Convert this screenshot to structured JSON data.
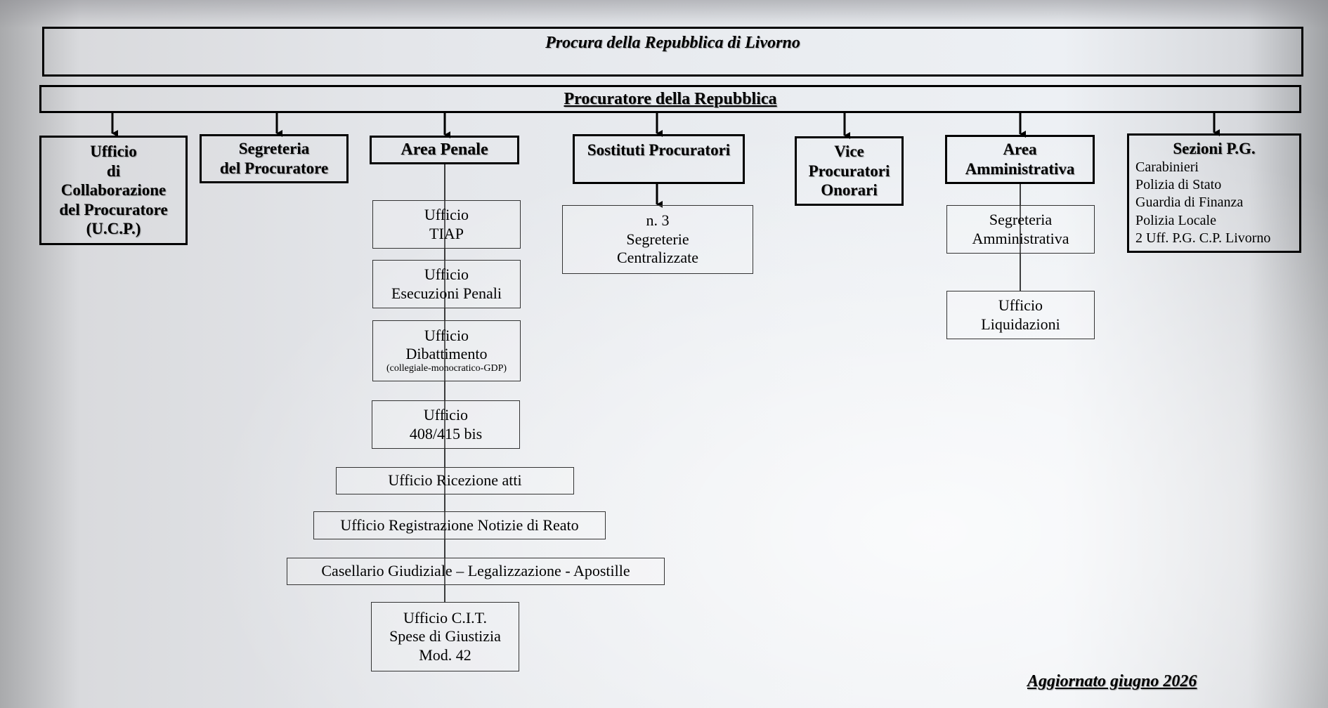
{
  "header": {
    "title": "Procura della Repubblica di Livorno"
  },
  "head_office": {
    "label": "Procuratore della Repubblica"
  },
  "top_units": {
    "ucp": {
      "lines": [
        "Ufficio",
        "di",
        "Collaborazione",
        "del Procuratore",
        "(U.C.P.)"
      ]
    },
    "segreteria": {
      "lines": [
        "Segreteria",
        "del Procuratore"
      ]
    },
    "area_penale": {
      "label": "Area Penale"
    },
    "sostituti": {
      "label": "Sostituti Procuratori"
    },
    "vice": {
      "lines": [
        "Vice",
        "Procuratori",
        "Onorari"
      ]
    },
    "area_amm": {
      "lines": [
        "Area",
        "Amministrativa"
      ]
    },
    "sezioni_pg": {
      "title": "Sezioni P.G.",
      "items": [
        "Carabinieri",
        "Polizia di Stato",
        "Guardia di Finanza",
        "Polizia Locale",
        "2 Uff. P.G. C.P. Livorno"
      ]
    }
  },
  "area_penale_offices": {
    "tiap": [
      "Ufficio",
      "TIAP"
    ],
    "esecuzioni": [
      "Ufficio",
      "Esecuzioni Penali"
    ],
    "dibattimento": [
      "Ufficio",
      "Dibattimento",
      "(collegiale-monocratico-GDP)"
    ],
    "ufficio_408": [
      "Ufficio",
      "408/415 bis"
    ],
    "ricezione": "Ufficio Ricezione atti",
    "registrazione": "Ufficio Registrazione Notizie di Reato",
    "casellario": "Casellario Giudiziale – Legalizzazione - Apostille",
    "cit": [
      "Ufficio C.I.T.",
      "Spese di Giustizia",
      "Mod. 42"
    ]
  },
  "sostituti_offices": {
    "segreterie": [
      "n. 3",
      "Segreterie",
      "Centralizzate"
    ]
  },
  "area_amm_offices": {
    "segreteria_amm": [
      "Segreteria",
      "Amministrativa"
    ],
    "liquidazioni": [
      "Ufficio",
      "Liquidazioni"
    ]
  },
  "footer": {
    "updated": "Aggiornato giugno 2026"
  },
  "colors": {
    "line": "#000000",
    "border": "#000000"
  }
}
